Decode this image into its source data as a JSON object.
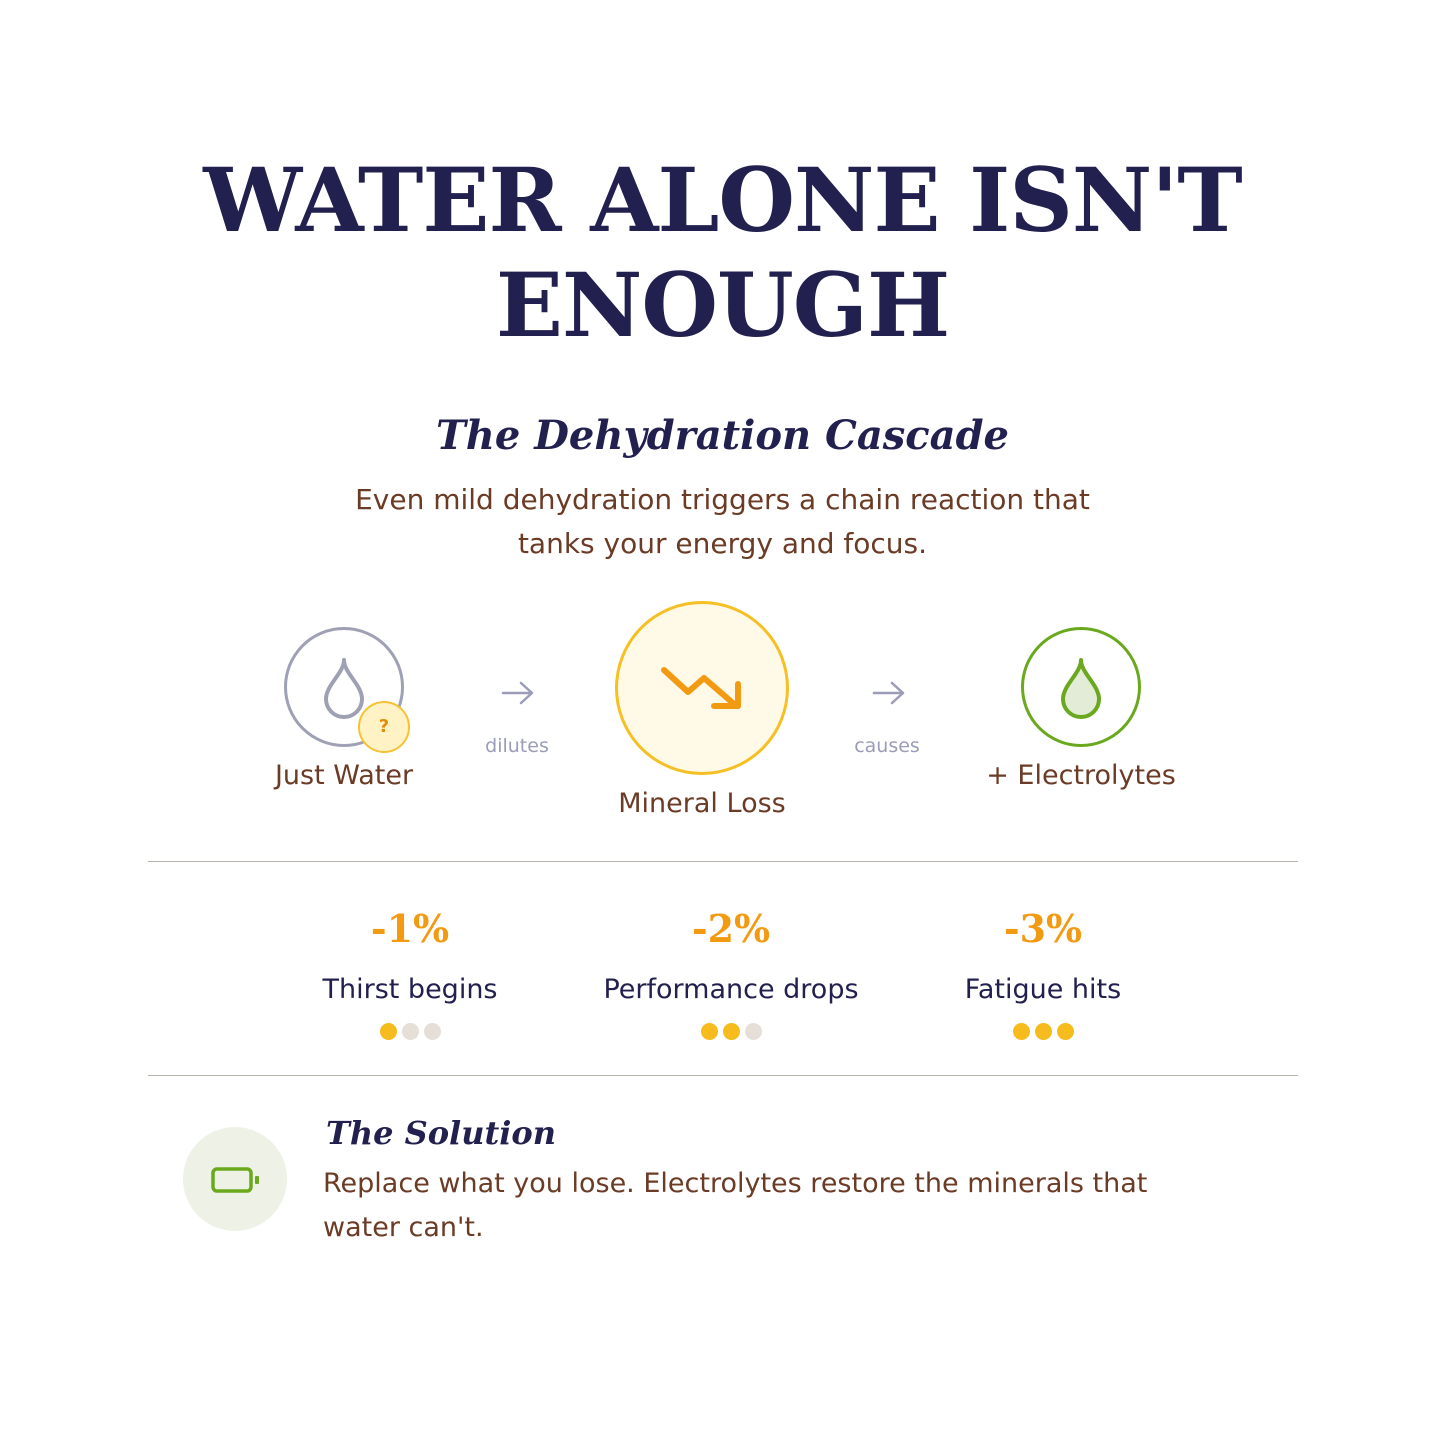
{
  "headline": {
    "line1": "WATER ALONE ISN'T",
    "line2": "ENOUGH"
  },
  "section": {
    "title": "The Dehydration Cascade",
    "intro_line1": "Even mild dehydration triggers a chain reaction that",
    "intro_line2": "tanks your energy and focus."
  },
  "flow": {
    "steps": [
      {
        "label": "Just Water",
        "icon": "water-drop-icon",
        "badge": "?"
      },
      {
        "label": "Mineral Loss",
        "icon": "trend-down-icon"
      },
      {
        "label": "+ Electrolytes",
        "icon": "filled-drop-icon"
      }
    ],
    "connectors": [
      {
        "label": "dilutes",
        "icon": "arrow-right-icon"
      },
      {
        "label": "causes",
        "icon": "arrow-right-icon"
      }
    ]
  },
  "stats": [
    {
      "percent": "-1%",
      "label": "Thirst begins",
      "level": 1,
      "max": 3
    },
    {
      "percent": "-2%",
      "label": "Performance drops",
      "level": 2,
      "max": 3
    },
    {
      "percent": "-3%",
      "label": "Fatigue hits",
      "level": 3,
      "max": 3
    }
  ],
  "solution": {
    "title": "The Solution",
    "text_line1": "Replace what you lose. Electrolytes restore the minerals that",
    "text_line2": "water can't.",
    "icon": "battery-icon"
  },
  "colors": {
    "navy": "#22204f",
    "brown": "#6b3b26",
    "amber": "#f29a12",
    "yellow": "#f6bf23",
    "green": "#6aa81d",
    "gray": "#9ea0b4"
  }
}
